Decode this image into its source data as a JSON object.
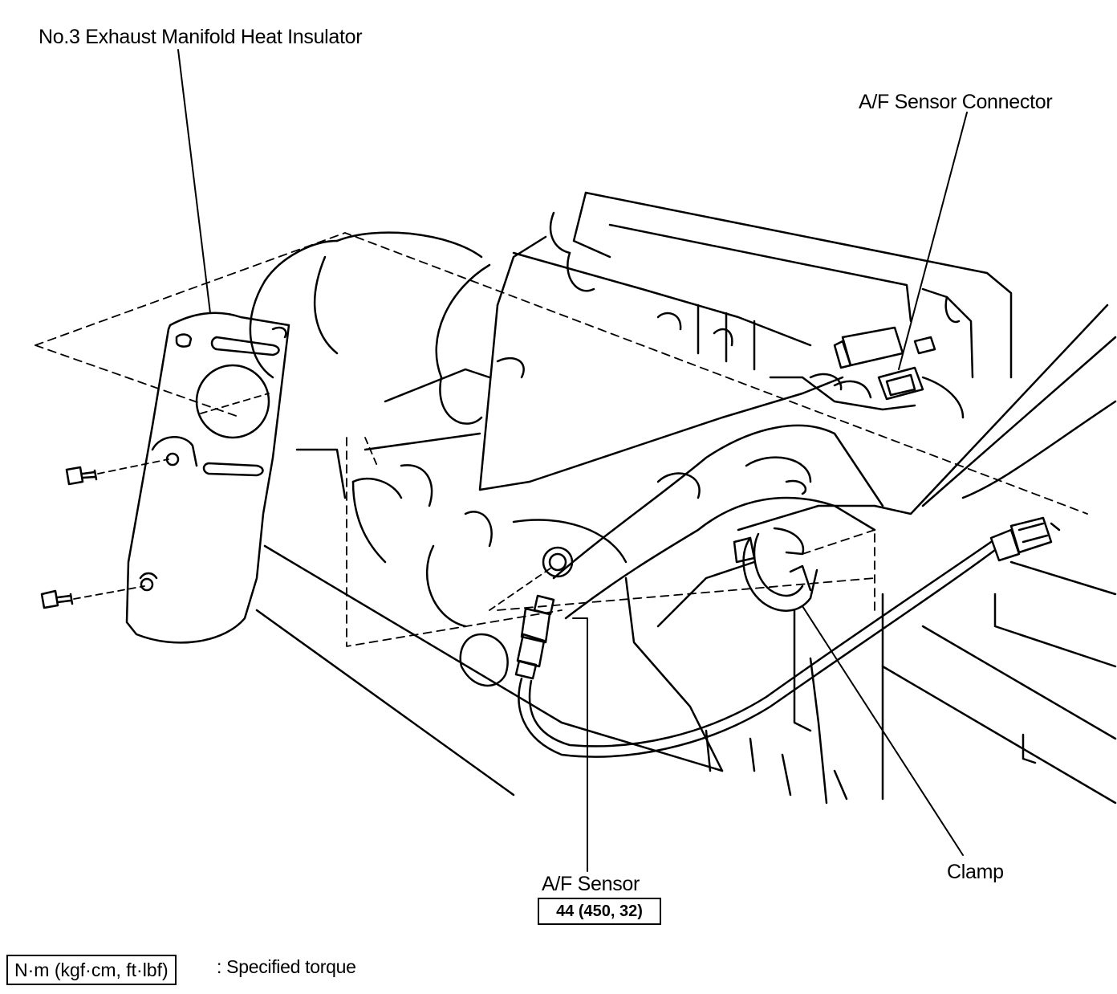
{
  "labels": {
    "heat_insulator": "No.3 Exhaust Manifold Heat Insulator",
    "af_sensor_connector": "A/F Sensor Connector",
    "af_sensor": "A/F Sensor",
    "clamp": "Clamp"
  },
  "torque": {
    "af_sensor": "44 (450, 32)"
  },
  "legend": {
    "unit_box": "N·m (kgf·cm, ft·lbf)",
    "description": ": Specified torque"
  },
  "colors": {
    "ink": "#000000",
    "paper": "#ffffff"
  }
}
